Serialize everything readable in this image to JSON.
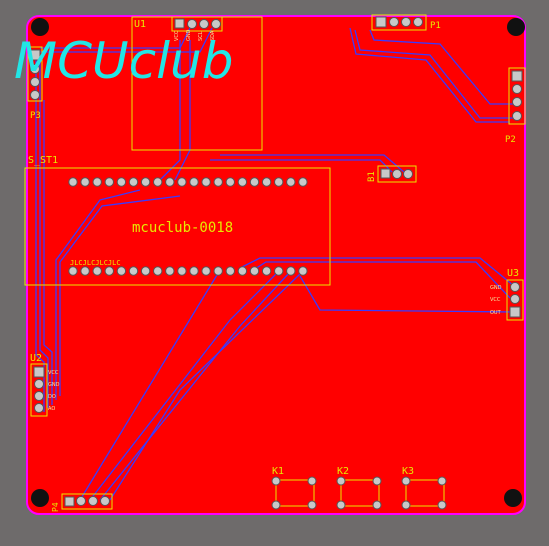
{
  "board": {
    "logo_text": "MCUclub",
    "board_name": "mcuclub-0018",
    "colors": {
      "background": "#6e6b6b",
      "copper": "#ff0000",
      "outline": "#ff00ff",
      "silkscreen": "#e8e800",
      "logo": "#22e6e6",
      "trace": "#3a3aff",
      "pad": "#c8c8c8"
    }
  },
  "components": {
    "u1": {
      "designator": "U1",
      "pin_labels": [
        "VCC",
        "GND",
        "SCL",
        "SDA"
      ]
    },
    "p_top": {
      "designator": "P1"
    },
    "p_top_right": {
      "designator": "P2"
    },
    "s_st1": {
      "designator": "S_ST1",
      "bottom_text": "JLCJLCJLCJLC"
    },
    "b1": {
      "designator": "B1"
    },
    "u2": {
      "designator": "U2",
      "pin_labels": [
        "VCC",
        "GND",
        "DO",
        "AO"
      ]
    },
    "u3": {
      "designator": "U3",
      "pin_labels": [
        "GND",
        "VCC",
        "OUT"
      ]
    },
    "p_left_top": {
      "designator": "P3"
    },
    "p_bottom": {
      "designator": "P4"
    },
    "k1": {
      "designator": "K1"
    },
    "k2": {
      "designator": "K2"
    },
    "k3": {
      "designator": "K3"
    }
  }
}
